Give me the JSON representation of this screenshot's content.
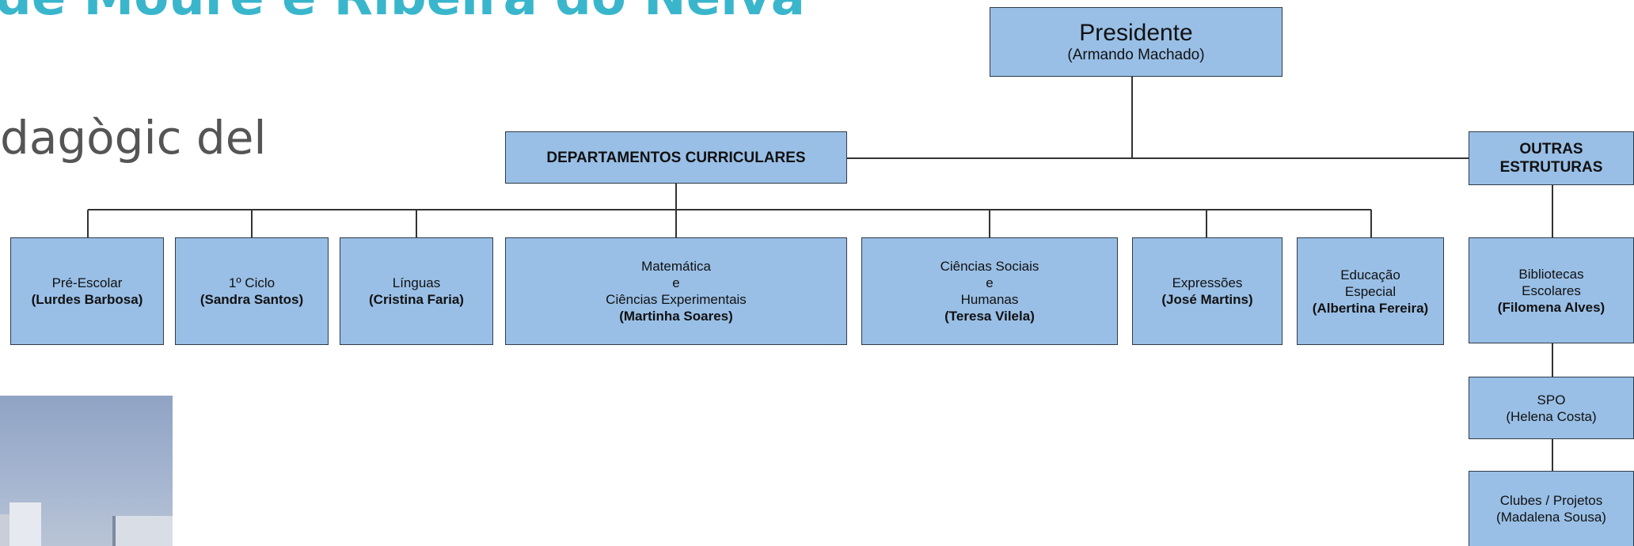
{
  "heading": {
    "title": "de Moure e Ribeira do Neiva",
    "subtitle": "dagògic del"
  },
  "org": {
    "president": {
      "title": "Presidente",
      "name": "(Armando Machado)"
    },
    "departments_header": "DEPARTAMENTOS CURRICULARES",
    "other_header": {
      "line1": "OUTRAS",
      "line2": "ESTRUTURAS"
    },
    "departments": [
      {
        "lines": [
          "Pré-Escolar"
        ],
        "name": "(Lurdes Barbosa)"
      },
      {
        "lines": [
          "1º Ciclo"
        ],
        "name": "(Sandra Santos)"
      },
      {
        "lines": [
          "Línguas"
        ],
        "name": "(Cristina Faria)"
      },
      {
        "lines": [
          "Matemática",
          "e",
          "Ciências Experimentais"
        ],
        "name": "(Martinha Soares)"
      },
      {
        "lines": [
          "Ciências Sociais",
          "e",
          "Humanas"
        ],
        "name": "(Teresa Vilela)"
      },
      {
        "lines": [
          "Expressões"
        ],
        "name": "(José Martins)"
      },
      {
        "lines": [
          "Educação",
          "Especial"
        ],
        "name": "(Albertina Fereira)"
      }
    ],
    "other": [
      {
        "lines": [
          "Bibliotecas",
          "Escolares"
        ],
        "name": "(Filomena Alves)",
        "bold_name": true
      },
      {
        "lines": [
          "SPO"
        ],
        "name": "(Helena Costa)",
        "bold_name": false
      },
      {
        "lines": [
          "Clubes / Projetos"
        ],
        "name": "(Madalena Sousa)",
        "bold_name": false
      }
    ]
  }
}
